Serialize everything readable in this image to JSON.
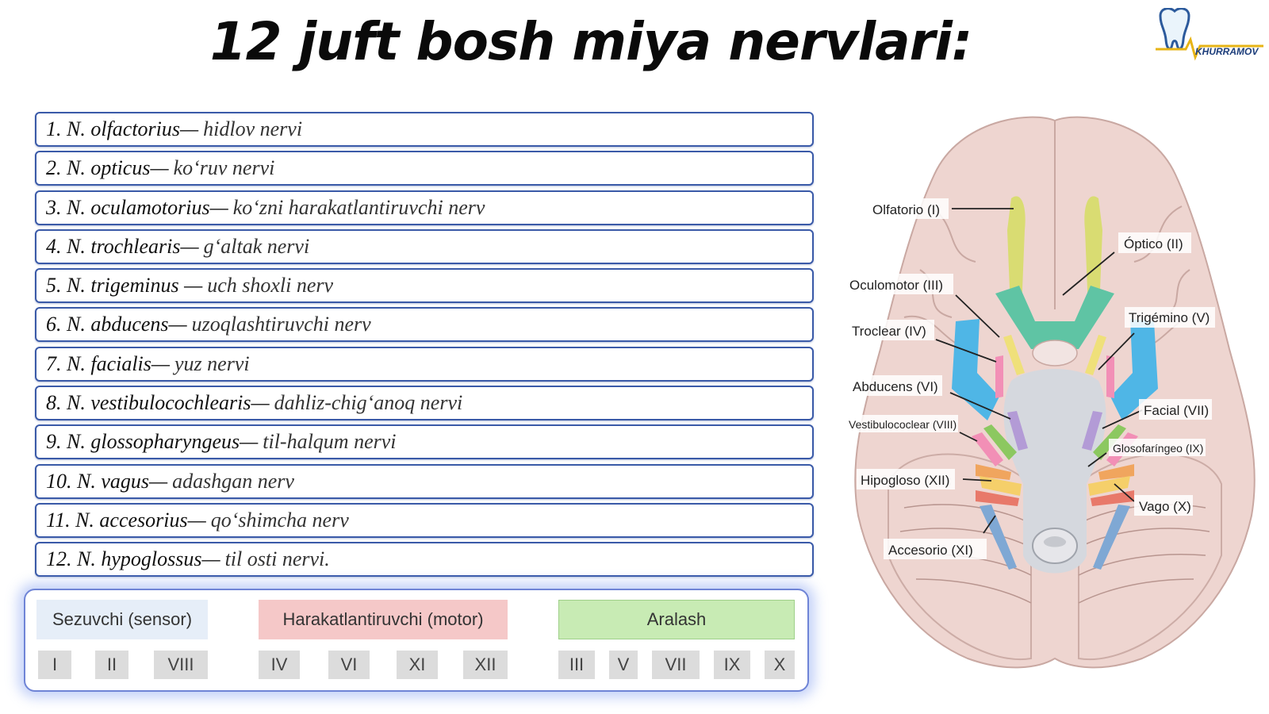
{
  "title": "12 juft bosh miya nervlari:",
  "logo": {
    "text": "KHURRAMOV",
    "icon": "tooth-icon"
  },
  "nerves": [
    {
      "latin": "1. N. olfactorius—",
      "uz": "hidlov nervi"
    },
    {
      "latin": "2. N. opticus—",
      "uz": "ko‘ruv nervi"
    },
    {
      "latin": "3. N. oculamotorius—",
      "uz": "ko‘zni harakatlantiruvchi nerv"
    },
    {
      "latin": "4. N. trochlearis—",
      "uz": "g‘altak nervi"
    },
    {
      "latin": "5. N. trigeminus —",
      "uz": "uch shoxli nerv"
    },
    {
      "latin": "6. N. abducens—",
      "uz": "uzoqlashtiruvchi nerv"
    },
    {
      "latin": "7. N. facialis—",
      "uz": "yuz nervi"
    },
    {
      "latin": "8. N. vestibulocochlearis—",
      "uz": "dahliz-chig‘anoq nervi"
    },
    {
      "latin": "9. N. glossopharyngeus—",
      "uz": "til-halqum nervi"
    },
    {
      "latin": "10. N. vagus—",
      "uz": "adashgan nerv"
    },
    {
      "latin": "11. N. accesorius—",
      "uz": "qo‘shimcha nerv"
    },
    {
      "latin": "12. N. hypoglossus—",
      "uz": "til osti nervi."
    }
  ],
  "categories": {
    "sensor": {
      "label": "Sezuvchi (sensor)",
      "color": "#e6eef8",
      "items": [
        "I",
        "II",
        "VIII"
      ]
    },
    "motor": {
      "label": "Harakatlantiruvchi (motor)",
      "color": "#f5c8c8",
      "items": [
        "IV",
        "VI",
        "XI",
        "XII"
      ]
    },
    "mixed": {
      "label": "Aralash",
      "color": "#c8ebb4",
      "items": [
        "III",
        "V",
        "VII",
        "IX",
        "X"
      ]
    }
  },
  "diagram": {
    "labels": {
      "olfatorio": "Olfatorio (I)",
      "optico": "Óptico (II)",
      "oculomotor": "Oculomotor (III)",
      "trigemino": "Trigémino (V)",
      "troclear": "Troclear (IV)",
      "abducens": "Abducens (VI)",
      "facial": "Facial (VII)",
      "vestibulococlear": "Vestibulococlear (VIII)",
      "glosofaringeo": "Glosofaríngeo (IX)",
      "hipogloso": "Hipogloso (XII)",
      "vago": "Vago (X)",
      "accesorio": "Accesorio (XI)"
    },
    "colors": {
      "brain": "#eed5d0",
      "olfactory": "#d9dc72",
      "optic": "#5fc4a4",
      "vessels": "#4fb6e6",
      "brainstem": "#d5d8de",
      "oculomotor": "#efe07a",
      "trochlear": "#f28fb6",
      "abducens": "#b39bd6",
      "facial": "#8cc860",
      "glossopharyngeal": "#f0a55e",
      "vagus": "#f5cf6a",
      "accessory": "#7fa8d4",
      "hypoglossal": "#e8796a"
    }
  }
}
